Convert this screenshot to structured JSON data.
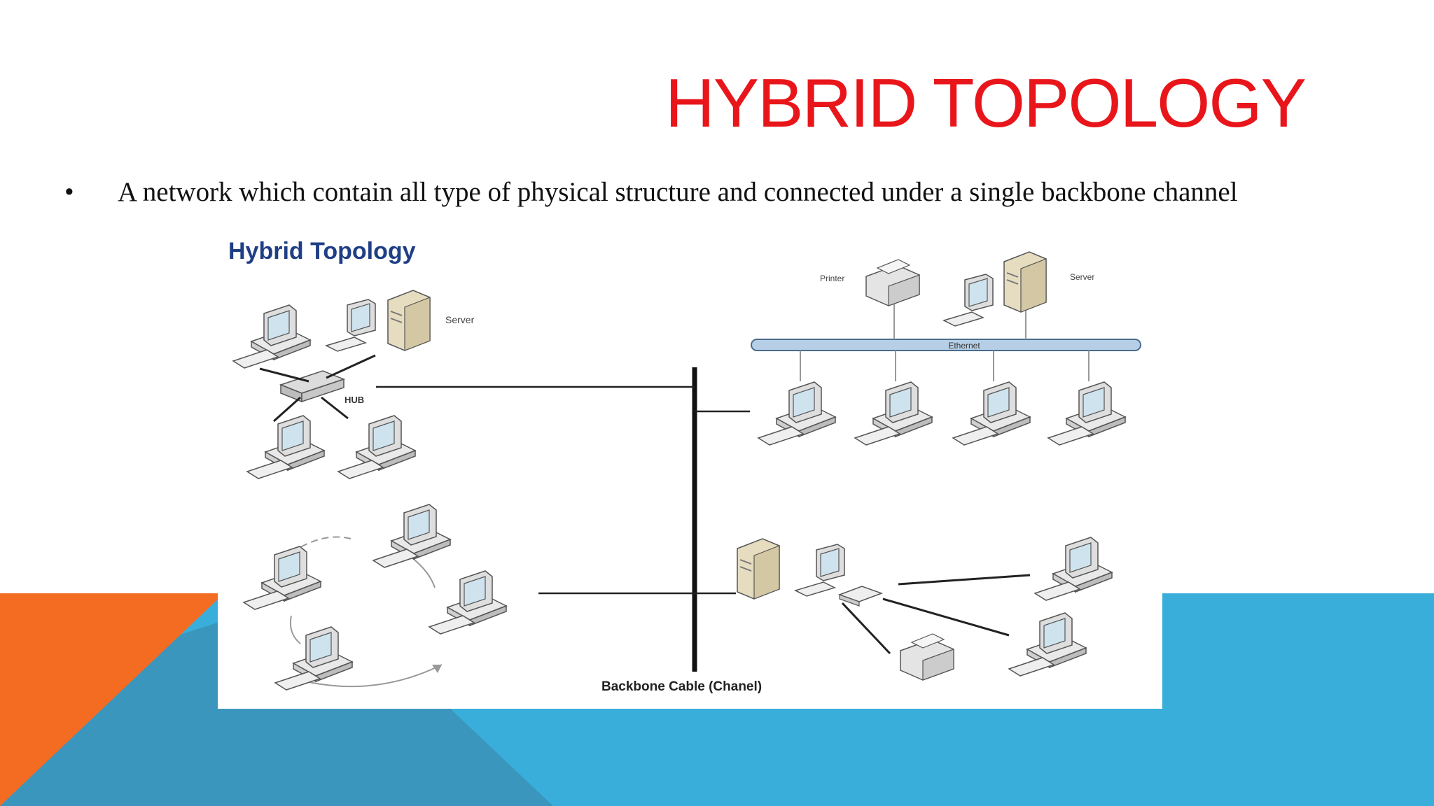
{
  "slide": {
    "title": "HYBRID TOPOLOGY",
    "bullet_symbol": "•",
    "bullet_text": "A network which contain all type of physical  structure and connected under a single backbone  channel"
  },
  "diagram": {
    "heading": "Hybrid Topology",
    "labels": {
      "server_left": "Server",
      "hub": "HUB",
      "printer": "Printer",
      "server_right": "Server",
      "ethernet": "Ethernet",
      "backbone": "Backbone Cable (Chanel)"
    }
  },
  "colors": {
    "title": "#e8161b",
    "heading": "#1f3e86",
    "orange": "#f36c21",
    "blue": "#3aaedb",
    "blue_dark": "#3b96bd",
    "ethernet_bar": "#b7cfe6"
  },
  "icons": [
    "computer-icon",
    "server-icon",
    "printer-icon",
    "hub-icon",
    "switch-icon"
  ]
}
